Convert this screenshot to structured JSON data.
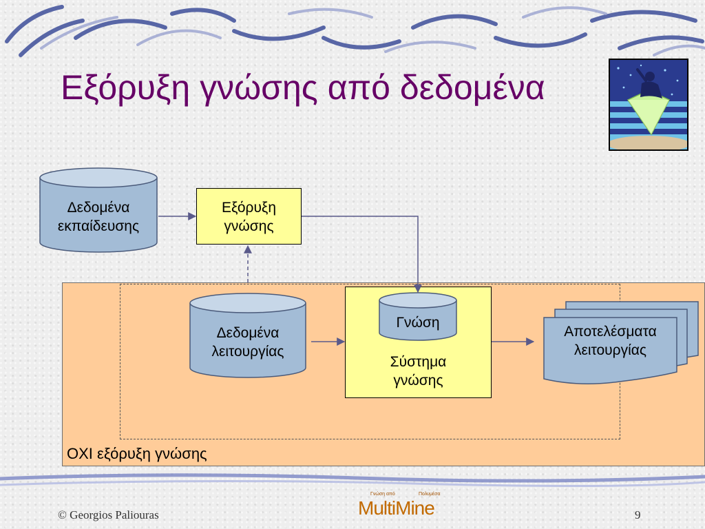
{
  "slide": {
    "title": "Εξόρυξη γνώσης από δεδομένα",
    "zone_label": "ΟΧΙ εξόρυξη γνώσης"
  },
  "nodes": {
    "training_data": [
      "Δεδομένα",
      "εκπαίδευσης"
    ],
    "mining": [
      "Εξόρυξη",
      "γνώσης"
    ],
    "operational_data": [
      "Δεδομένα",
      "λειτουργίας"
    ],
    "knowledge": "Γνώση",
    "knowledge_system": [
      "Σύστημα",
      "γνώσης"
    ],
    "results": [
      "Αποτελέσματα",
      "λειτουργίας"
    ]
  },
  "footer": {
    "author": "© Georgios Paliouras",
    "page": "9",
    "logo_main": "MultiMine",
    "logo_tag_left": "Γνώση από",
    "logo_tag_right": "Πολυμέσα"
  },
  "colors": {
    "title": "#660066",
    "zone": "#ffcc99",
    "cylinder": "#a3bcd6",
    "box": "#ffff99",
    "arrow": "#5a5a8a"
  }
}
